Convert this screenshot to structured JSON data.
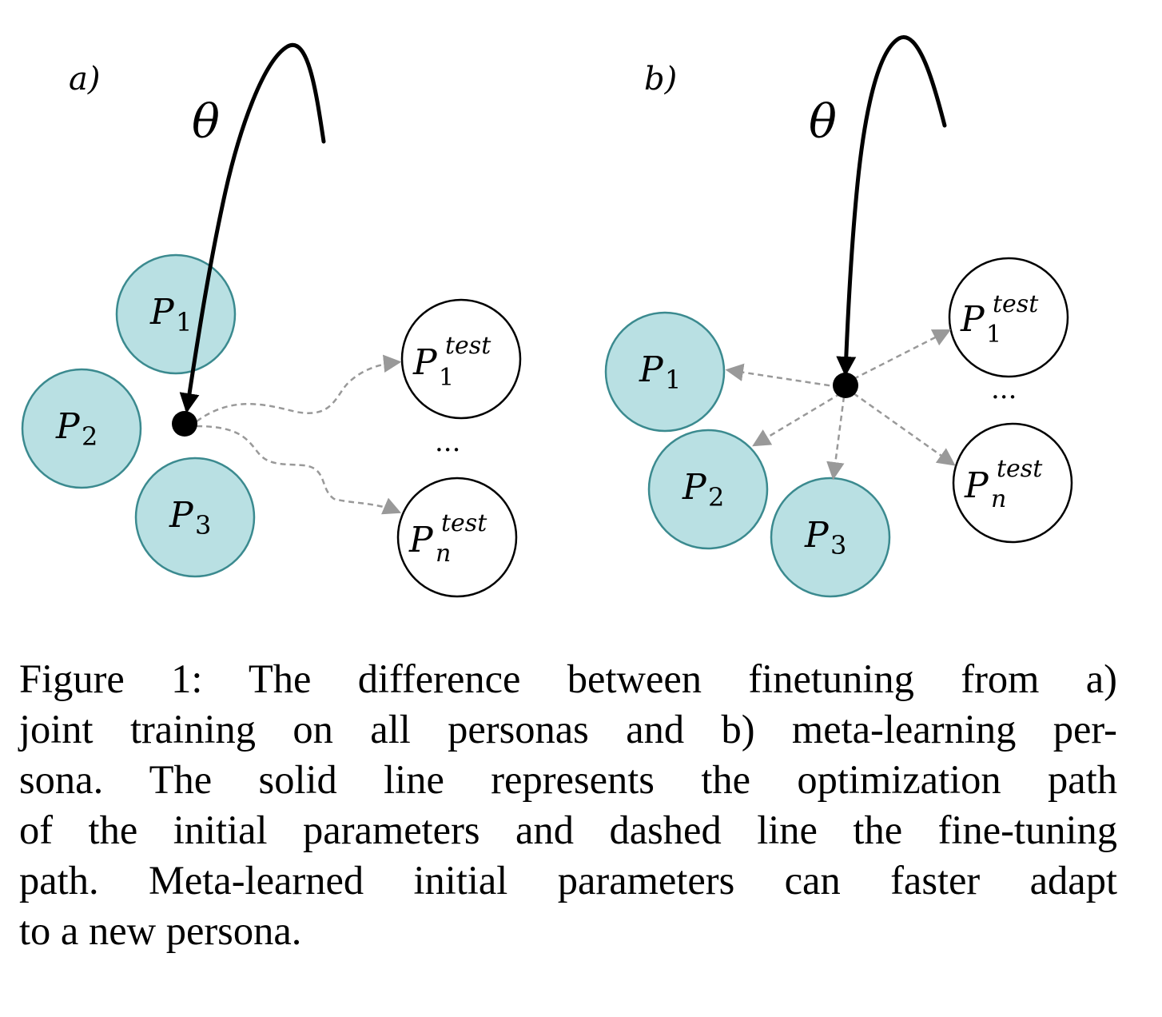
{
  "panels": {
    "a": {
      "label": "a)",
      "theta": "θ",
      "nodes": {
        "p1": {
          "base": "P",
          "sub": "1"
        },
        "p2": {
          "base": "P",
          "sub": "2"
        },
        "p3": {
          "base": "P",
          "sub": "3"
        },
        "t1": {
          "base": "P",
          "sup": "test",
          "sub": "1"
        },
        "tn": {
          "base": "P",
          "sup": "test",
          "sub": "n"
        }
      },
      "ellipsis": "..."
    },
    "b": {
      "label": "b)",
      "theta": "θ",
      "nodes": {
        "p1": {
          "base": "P",
          "sub": "1"
        },
        "p2": {
          "base": "P",
          "sub": "2"
        },
        "p3": {
          "base": "P",
          "sub": "3"
        },
        "t1": {
          "base": "P",
          "sup": "test",
          "sub": "1"
        },
        "tn": {
          "base": "P",
          "sup": "test",
          "sub": "n"
        }
      },
      "ellipsis": "..."
    }
  },
  "colors": {
    "persona_fill": "#b9e0e3",
    "persona_stroke": "#3b8a8f",
    "dashed": "#999999"
  },
  "caption": {
    "lines": [
      "Figure 1:  The difference between finetuning from a)",
      "joint training on all personas and b) meta-learning per-",
      "sona.  The solid line represents the optimization path",
      "of the initial parameters and dashed line the fine-tuning",
      "path.  Meta-learned initial parameters can faster adapt",
      "to a new persona."
    ]
  }
}
